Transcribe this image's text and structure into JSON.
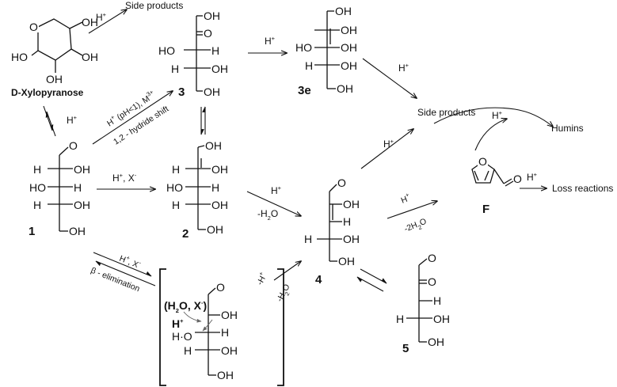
{
  "labels": {
    "side_products_top": "Side products",
    "side_products_mid": "Side products",
    "humins": "Humins",
    "loss_reactions": "Loss reactions",
    "d_xylopyranose": "D-Xylopyranose"
  },
  "compound_numbers": {
    "c1": "1",
    "c2": "2",
    "c3": "3",
    "c3e": "3e",
    "c4": "4",
    "c5": "5",
    "cF": "F"
  },
  "conditions": {
    "h_plus": "H",
    "plus_sign": "+",
    "hydride_shift_ph": "H",
    "hydride_shift_ph_rest": " (pH<1), M",
    "hydride_shift_charge": "3+",
    "hydride_shift_note": "1,2 - hydride shift",
    "h_x_1_to_2": "H",
    "h_x_1_to_2_rest": ", X",
    "minus_sign": "-",
    "minus_water": "-H",
    "minus_water_o": "O",
    "two_sub": "2",
    "minus_two_water": "-2H",
    "beta_elimination": "β - elimination",
    "minus_h_plus": "-H"
  },
  "atoms": {
    "OH": "OH",
    "HO": "HO",
    "H": "H",
    "O": "O",
    "H2O_X": "(H",
    "H2O_X_rest": "O, X",
    "H_plus_bold": "H",
    "H_dot_O": "H·O"
  }
}
